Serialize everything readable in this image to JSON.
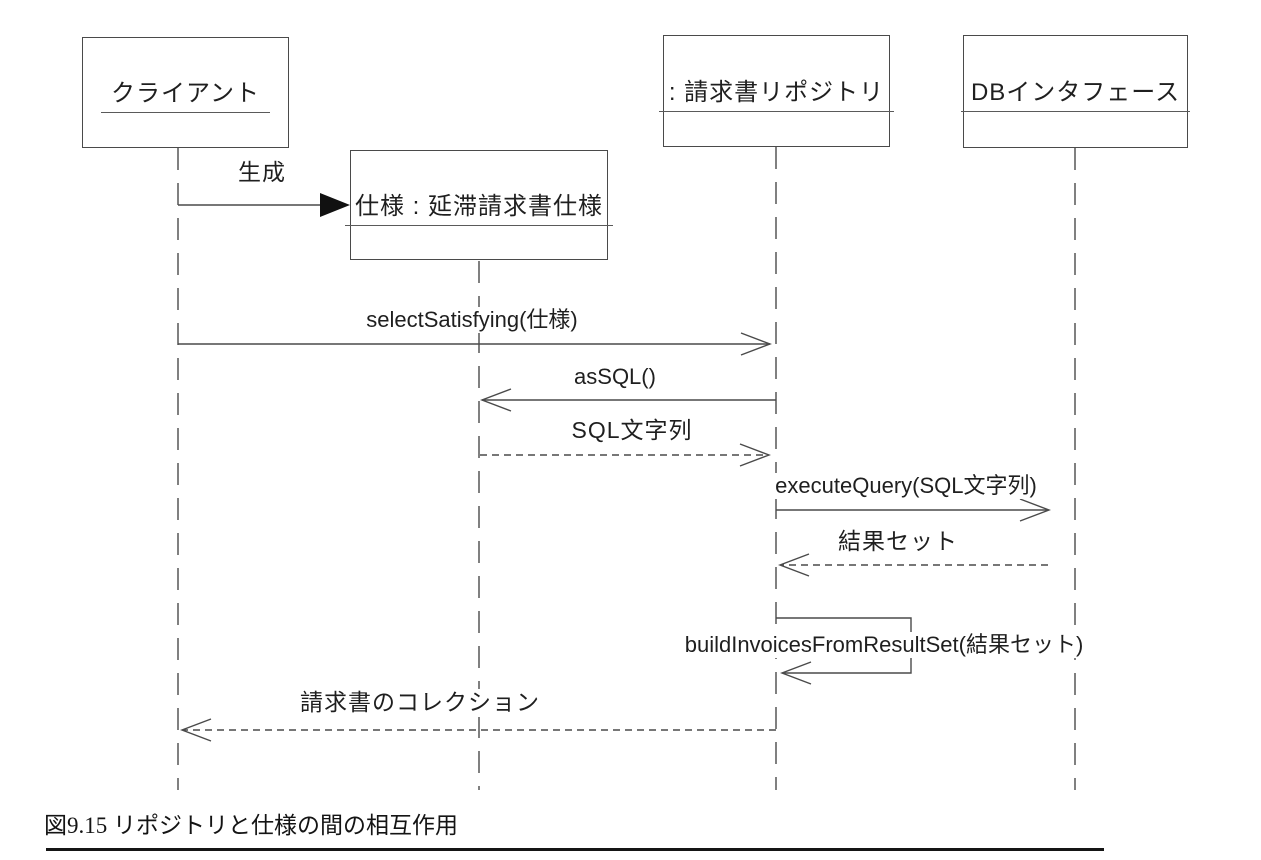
{
  "diagram": {
    "type": "uml-sequence-diagram",
    "participants": [
      {
        "name": "client",
        "label": "クライアント"
      },
      {
        "name": "invoice-repository",
        "label": ": 請求書リポジトリ"
      },
      {
        "name": "db-interface",
        "label": "DBインタフェース"
      },
      {
        "name": "specification",
        "label": "仕様 : 延滞請求書仕様"
      }
    ],
    "messages": {
      "create": {
        "label": "生成",
        "type": "create",
        "from": "client",
        "to": "specification"
      },
      "select_satisfying": {
        "label": "selectSatisfying(仕様)",
        "type": "call",
        "from": "client",
        "to": "invoice-repository"
      },
      "as_sql": {
        "label": "asSQL()",
        "type": "call",
        "from": "invoice-repository",
        "to": "specification"
      },
      "sql_string": {
        "label": "SQL文字列",
        "type": "return",
        "from": "specification",
        "to": "invoice-repository"
      },
      "execute_query": {
        "label": "executeQuery(SQL文字列)",
        "type": "call",
        "from": "invoice-repository",
        "to": "db-interface"
      },
      "result_set": {
        "label": "結果セット",
        "type": "return",
        "from": "db-interface",
        "to": "invoice-repository"
      },
      "build_invoices": {
        "label": "buildInvoicesFromResultSet(結果セット)",
        "type": "self-call",
        "from": "invoice-repository",
        "to": "invoice-repository"
      },
      "invoice_collection": {
        "label": "請求書のコレクション",
        "type": "return",
        "from": "invoice-repository",
        "to": "client"
      }
    }
  },
  "caption": {
    "text": "図9.15 リポジトリと仕様の間の相互作用"
  },
  "colors": {
    "line": "#4a4a4a",
    "text": "#1f1f1f",
    "arrow_fill": "#111111",
    "rule": "#151515"
  }
}
